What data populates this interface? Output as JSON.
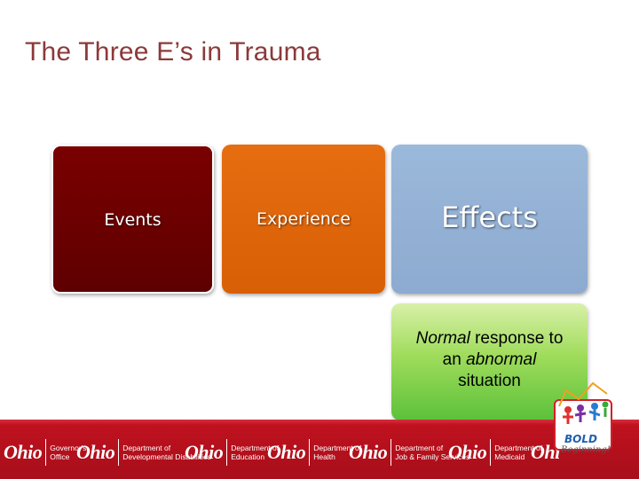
{
  "slide": {
    "title": "The Three E’s in Trauma"
  },
  "boxes": {
    "events": "Events",
    "experience": "Experience",
    "effects": "Effects",
    "normal": {
      "word1": "Normal",
      "text1": " response to",
      "text2": "an ",
      "word2": "abnormal",
      "text3": "situation"
    }
  },
  "footer": {
    "agencies": [
      {
        "ohio": "Ohio",
        "dept": "Governor's\nOffice"
      },
      {
        "ohio": "Ohio",
        "dept": "Department of\nDevelopmental Disabilities"
      },
      {
        "ohio": "Ohio",
        "dept": "Department of\nEducation"
      },
      {
        "ohio": "Ohio",
        "dept": "Department of\nHealth"
      },
      {
        "ohio": "Ohio",
        "dept": "Department of\nJob & Family Services"
      },
      {
        "ohio": "Ohio",
        "dept": "Department of\nMedicaid"
      },
      {
        "ohio": "Ohi",
        "dept": ""
      }
    ],
    "logo": {
      "bold": "BOLD",
      "beginning": "Beginning!"
    }
  },
  "colors": {
    "title": "#8b3a3a",
    "events": "#6b0000",
    "experience": "#e0660c",
    "effects": "#94b3d7",
    "normal": "#8ed453",
    "footer": "#b5101c"
  }
}
